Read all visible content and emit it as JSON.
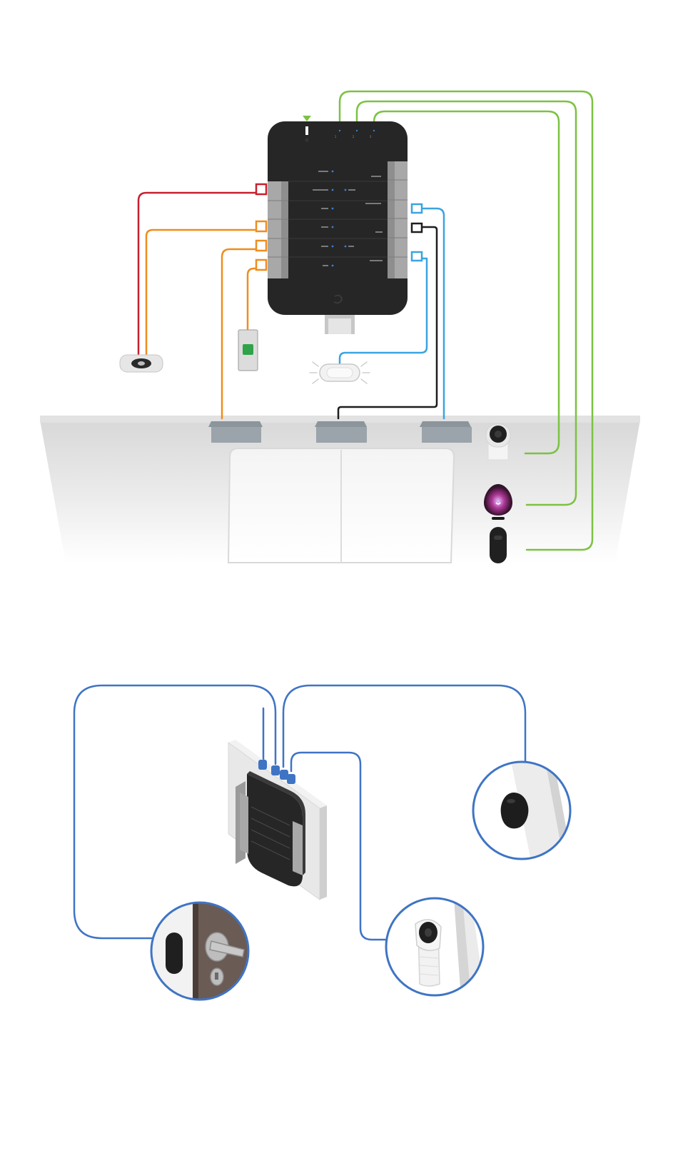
{
  "hub": {
    "top_port_labels": [
      "1",
      "2",
      "3"
    ],
    "center_labels": [
      "",
      "",
      "",
      "",
      "",
      "",
      ""
    ],
    "right_labels": [
      "",
      "",
      "",
      ""
    ]
  },
  "colors": {
    "ethernet": "#7cc242",
    "lock_power": "#c8202f",
    "input_wire": "#ef8d1f",
    "blue_wire": "#3aa4e0",
    "black_wire": "#1e1e1e",
    "isometric_cable": "#3f74c4",
    "device_body": "#2a2a2a"
  },
  "icons": {
    "hub": "access-hub-icon",
    "door_sensor": "magnetic-sensor-icon",
    "exit_button": "exit-button-icon",
    "strobe": "strobe-light-icon",
    "camera": "camera-icon",
    "reader_pro": "card-reader-pro-icon",
    "reader_lite": "card-reader-lite-icon",
    "door_handle": "door-handle-icon"
  }
}
